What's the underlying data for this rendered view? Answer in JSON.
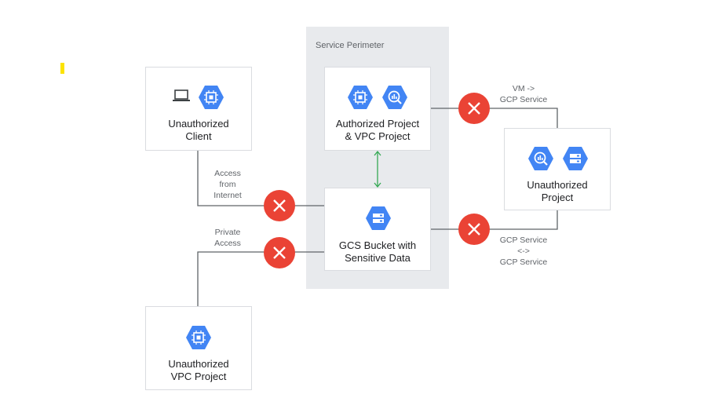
{
  "perimeter": {
    "label": "Service Perimeter"
  },
  "nodes": {
    "unauth_client": {
      "label": "Unauthorized\nClient",
      "icons": [
        "laptop-icon",
        "compute-engine-icon"
      ]
    },
    "authorized_project": {
      "label": "Authorized Project\n& VPC Project",
      "icons": [
        "compute-engine-icon",
        "bigquery-icon"
      ]
    },
    "gcs_bucket": {
      "label": "GCS Bucket with\nSensitive Data",
      "icons": [
        "cloud-storage-icon"
      ]
    },
    "unauth_project": {
      "label": "Unauthorized\nProject",
      "icons": [
        "bigquery-icon",
        "cloud-storage-icon"
      ]
    },
    "unauth_vpc": {
      "label": "Unauthorized\nVPC Project",
      "icons": [
        "compute-engine-icon"
      ]
    }
  },
  "edges": {
    "internet": {
      "label": "Access\nfrom\nInternet"
    },
    "private": {
      "label": "Private\nAccess"
    },
    "vm_to_gcp": {
      "label": "VM ->\nGCP Service"
    },
    "gcp_to_gcp": {
      "label": "GCP Service\n<->\nGCP Service"
    }
  },
  "colors": {
    "product_blue": "#4285f4",
    "blocked_red": "#ea4335",
    "allowed_green": "#34a853",
    "perimeter_gray": "#e8eaed",
    "highlight_yellow": "#fce300"
  }
}
